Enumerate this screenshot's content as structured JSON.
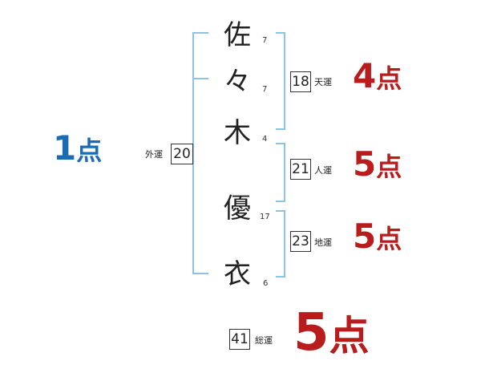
{
  "name_chars": [
    {
      "char": "佐",
      "strokes": "7"
    },
    {
      "char": "々",
      "strokes": "7"
    },
    {
      "char": "木",
      "strokes": "4"
    },
    {
      "char": "優",
      "strokes": "17"
    },
    {
      "char": "衣",
      "strokes": "6"
    }
  ],
  "gaiun": {
    "label": "外運",
    "value": "20",
    "score_num": "1",
    "score_unit": "点",
    "color": "#1a6db3"
  },
  "tenun": {
    "label": "天運",
    "value": "18",
    "score_num": "4",
    "score_unit": "点",
    "color": "#b81c1c"
  },
  "jinun": {
    "label": "人運",
    "value": "21",
    "score_num": "5",
    "score_unit": "点",
    "color": "#b81c1c"
  },
  "chiun": {
    "label": "地運",
    "value": "23",
    "score_num": "5",
    "score_unit": "点",
    "color": "#b81c1c"
  },
  "souun": {
    "label": "総運",
    "value": "41",
    "score_num": "5",
    "score_unit": "点",
    "color": "#b81c1c"
  },
  "bracket_color": "#8cc4e8"
}
